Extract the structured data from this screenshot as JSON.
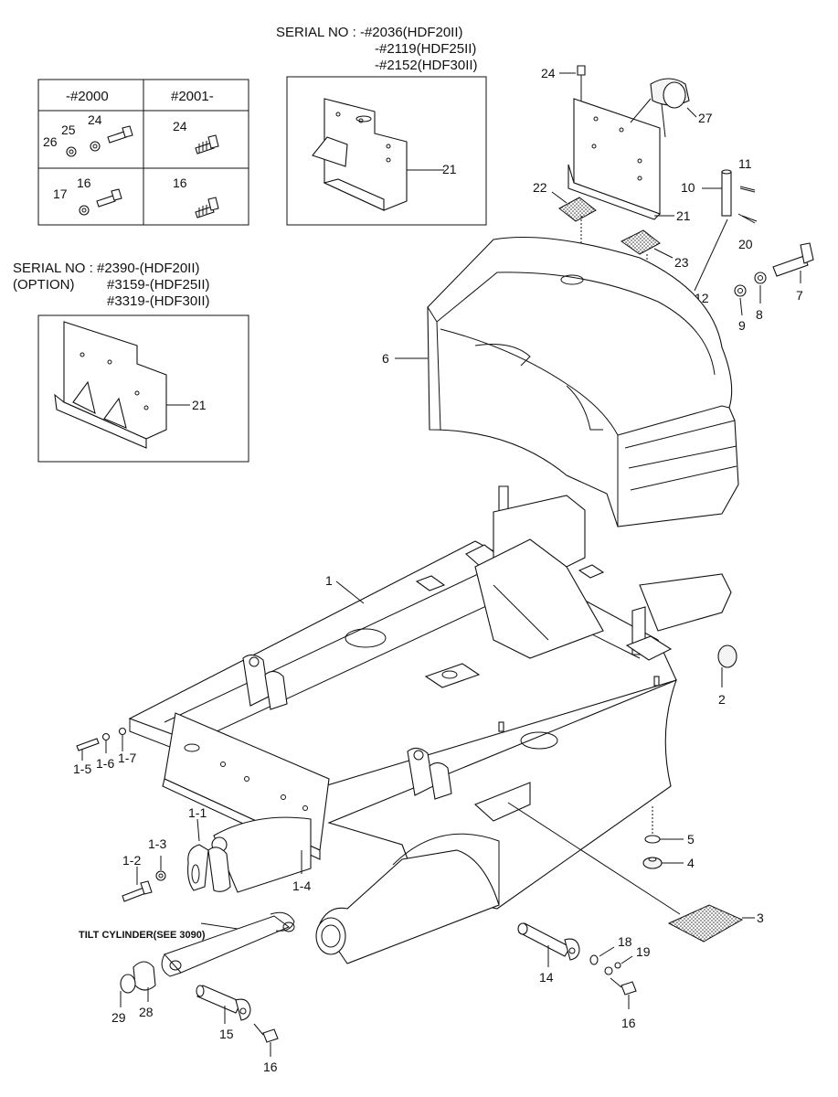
{
  "serial_top": [
    "SERIAL NO : -#2036(HDF20II)",
    "-#2119(HDF25II)",
    "-#2152(HDF30II)"
  ],
  "serial_option": [
    "SERIAL NO : #2390-(HDF20II)",
    "(OPTION)",
    "#3159-(HDF25II)",
    "#3319-(HDF30II)"
  ],
  "table": {
    "headers": [
      "-#2000",
      "#2001-"
    ],
    "cells": [
      [
        "24",
        "25",
        "26"
      ],
      [
        "24"
      ],
      [
        "16",
        "17"
      ],
      [
        "16"
      ]
    ]
  },
  "tilt_note": "TILT CYLINDER(SEE 3090)",
  "callouts": [
    "1",
    "1-1",
    "1-2",
    "1-3",
    "1-4",
    "1-5",
    "1-6",
    "1-7",
    "2",
    "3",
    "4",
    "5",
    "6",
    "7",
    "8",
    "9",
    "10",
    "11",
    "12",
    "14",
    "15",
    "16",
    "16",
    "17",
    "18",
    "19",
    "20",
    "21",
    "21",
    "21",
    "22",
    "23",
    "24",
    "27",
    "28",
    "29"
  ]
}
